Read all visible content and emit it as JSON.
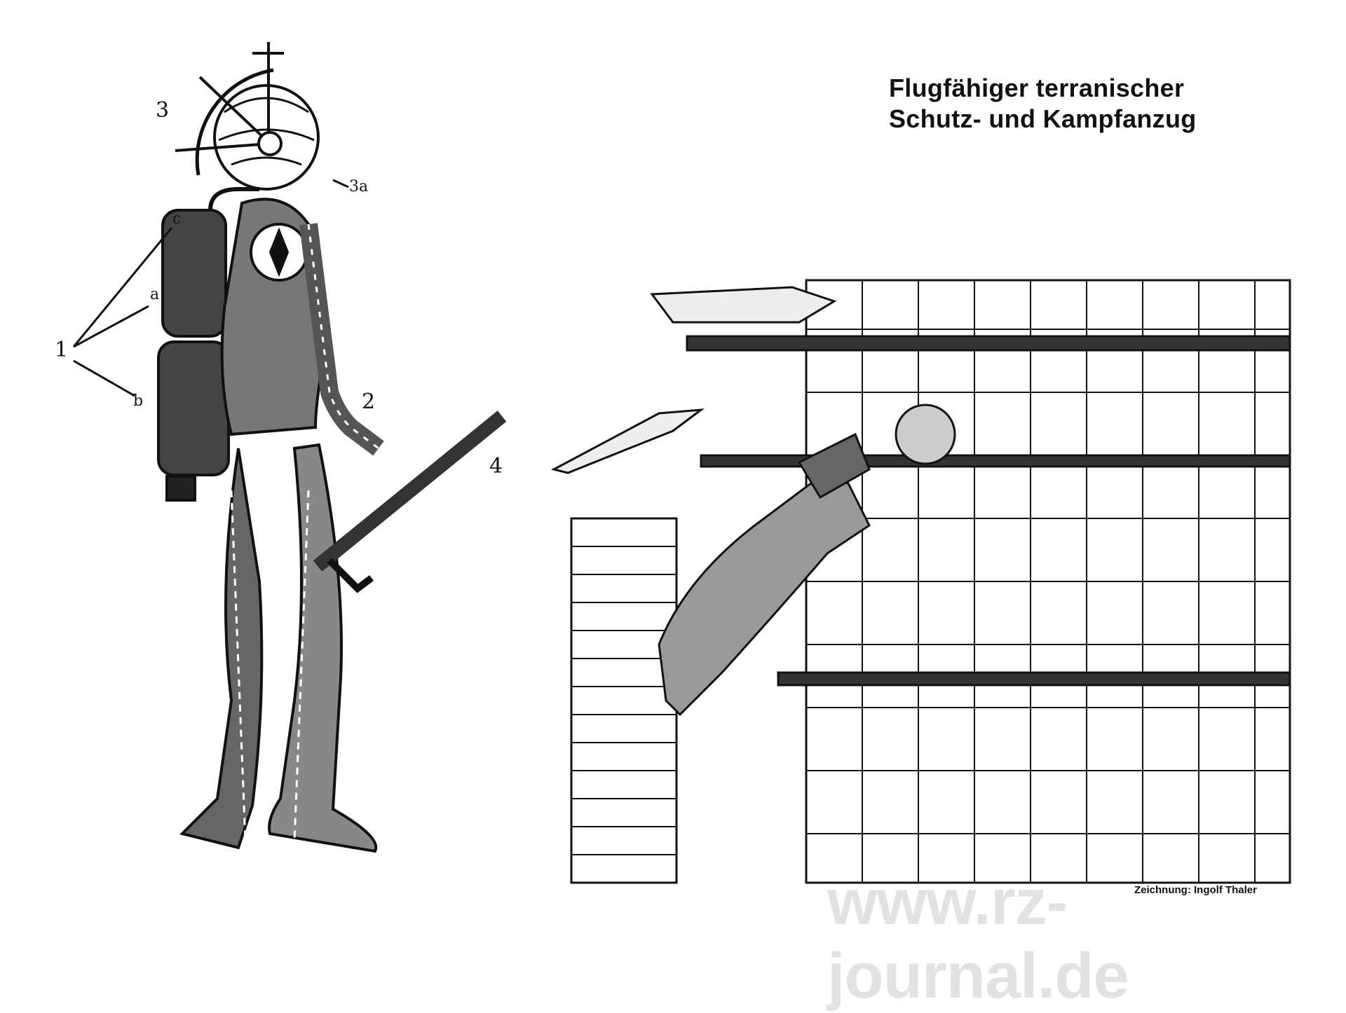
{
  "title": {
    "line1": "Flugfähiger terranischer",
    "line2": "Schutz- und Kampfanzug"
  },
  "credit": "Zeichnung: Ingolf Thaler",
  "watermark": "www.rz-journal.de",
  "labels": {
    "one": "1",
    "a": "a",
    "b": "b",
    "c": "c",
    "two": "2",
    "three": "3",
    "three_a": "3a",
    "four": "4"
  },
  "colors": {
    "ink": "#111111",
    "paper": "#ffffff",
    "watermark": "#e2e2e2"
  }
}
